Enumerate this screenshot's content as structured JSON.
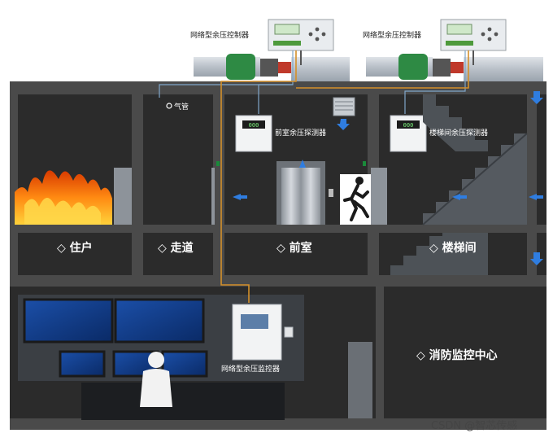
{
  "controllers": {
    "left_title": "网络型余压控制器",
    "right_title": "网络型余压控制器"
  },
  "detectors": {
    "antechamber_label": "前室余压探测器",
    "stair_label": "楼梯间余压探测器",
    "display_value": "000"
  },
  "duct_label": "气管",
  "rooms": {
    "residence": "住户",
    "corridor": "走道",
    "antechamber": "前室",
    "stairwell": "楼梯间",
    "fire_control_center": "消防监控中心"
  },
  "monitor": {
    "label": "网络型余压监控器"
  },
  "watermark": "CSDN @智芯传感",
  "colors": {
    "building": "#2b2b2b",
    "floor_band": "#1f1f1f",
    "wire_orange": "#d4902a",
    "wire_blue": "#7fa6c9",
    "airflow_arrow": "#2f7de0",
    "fire": "#ff9a1a",
    "exit_sign": "#1a8a3a"
  }
}
